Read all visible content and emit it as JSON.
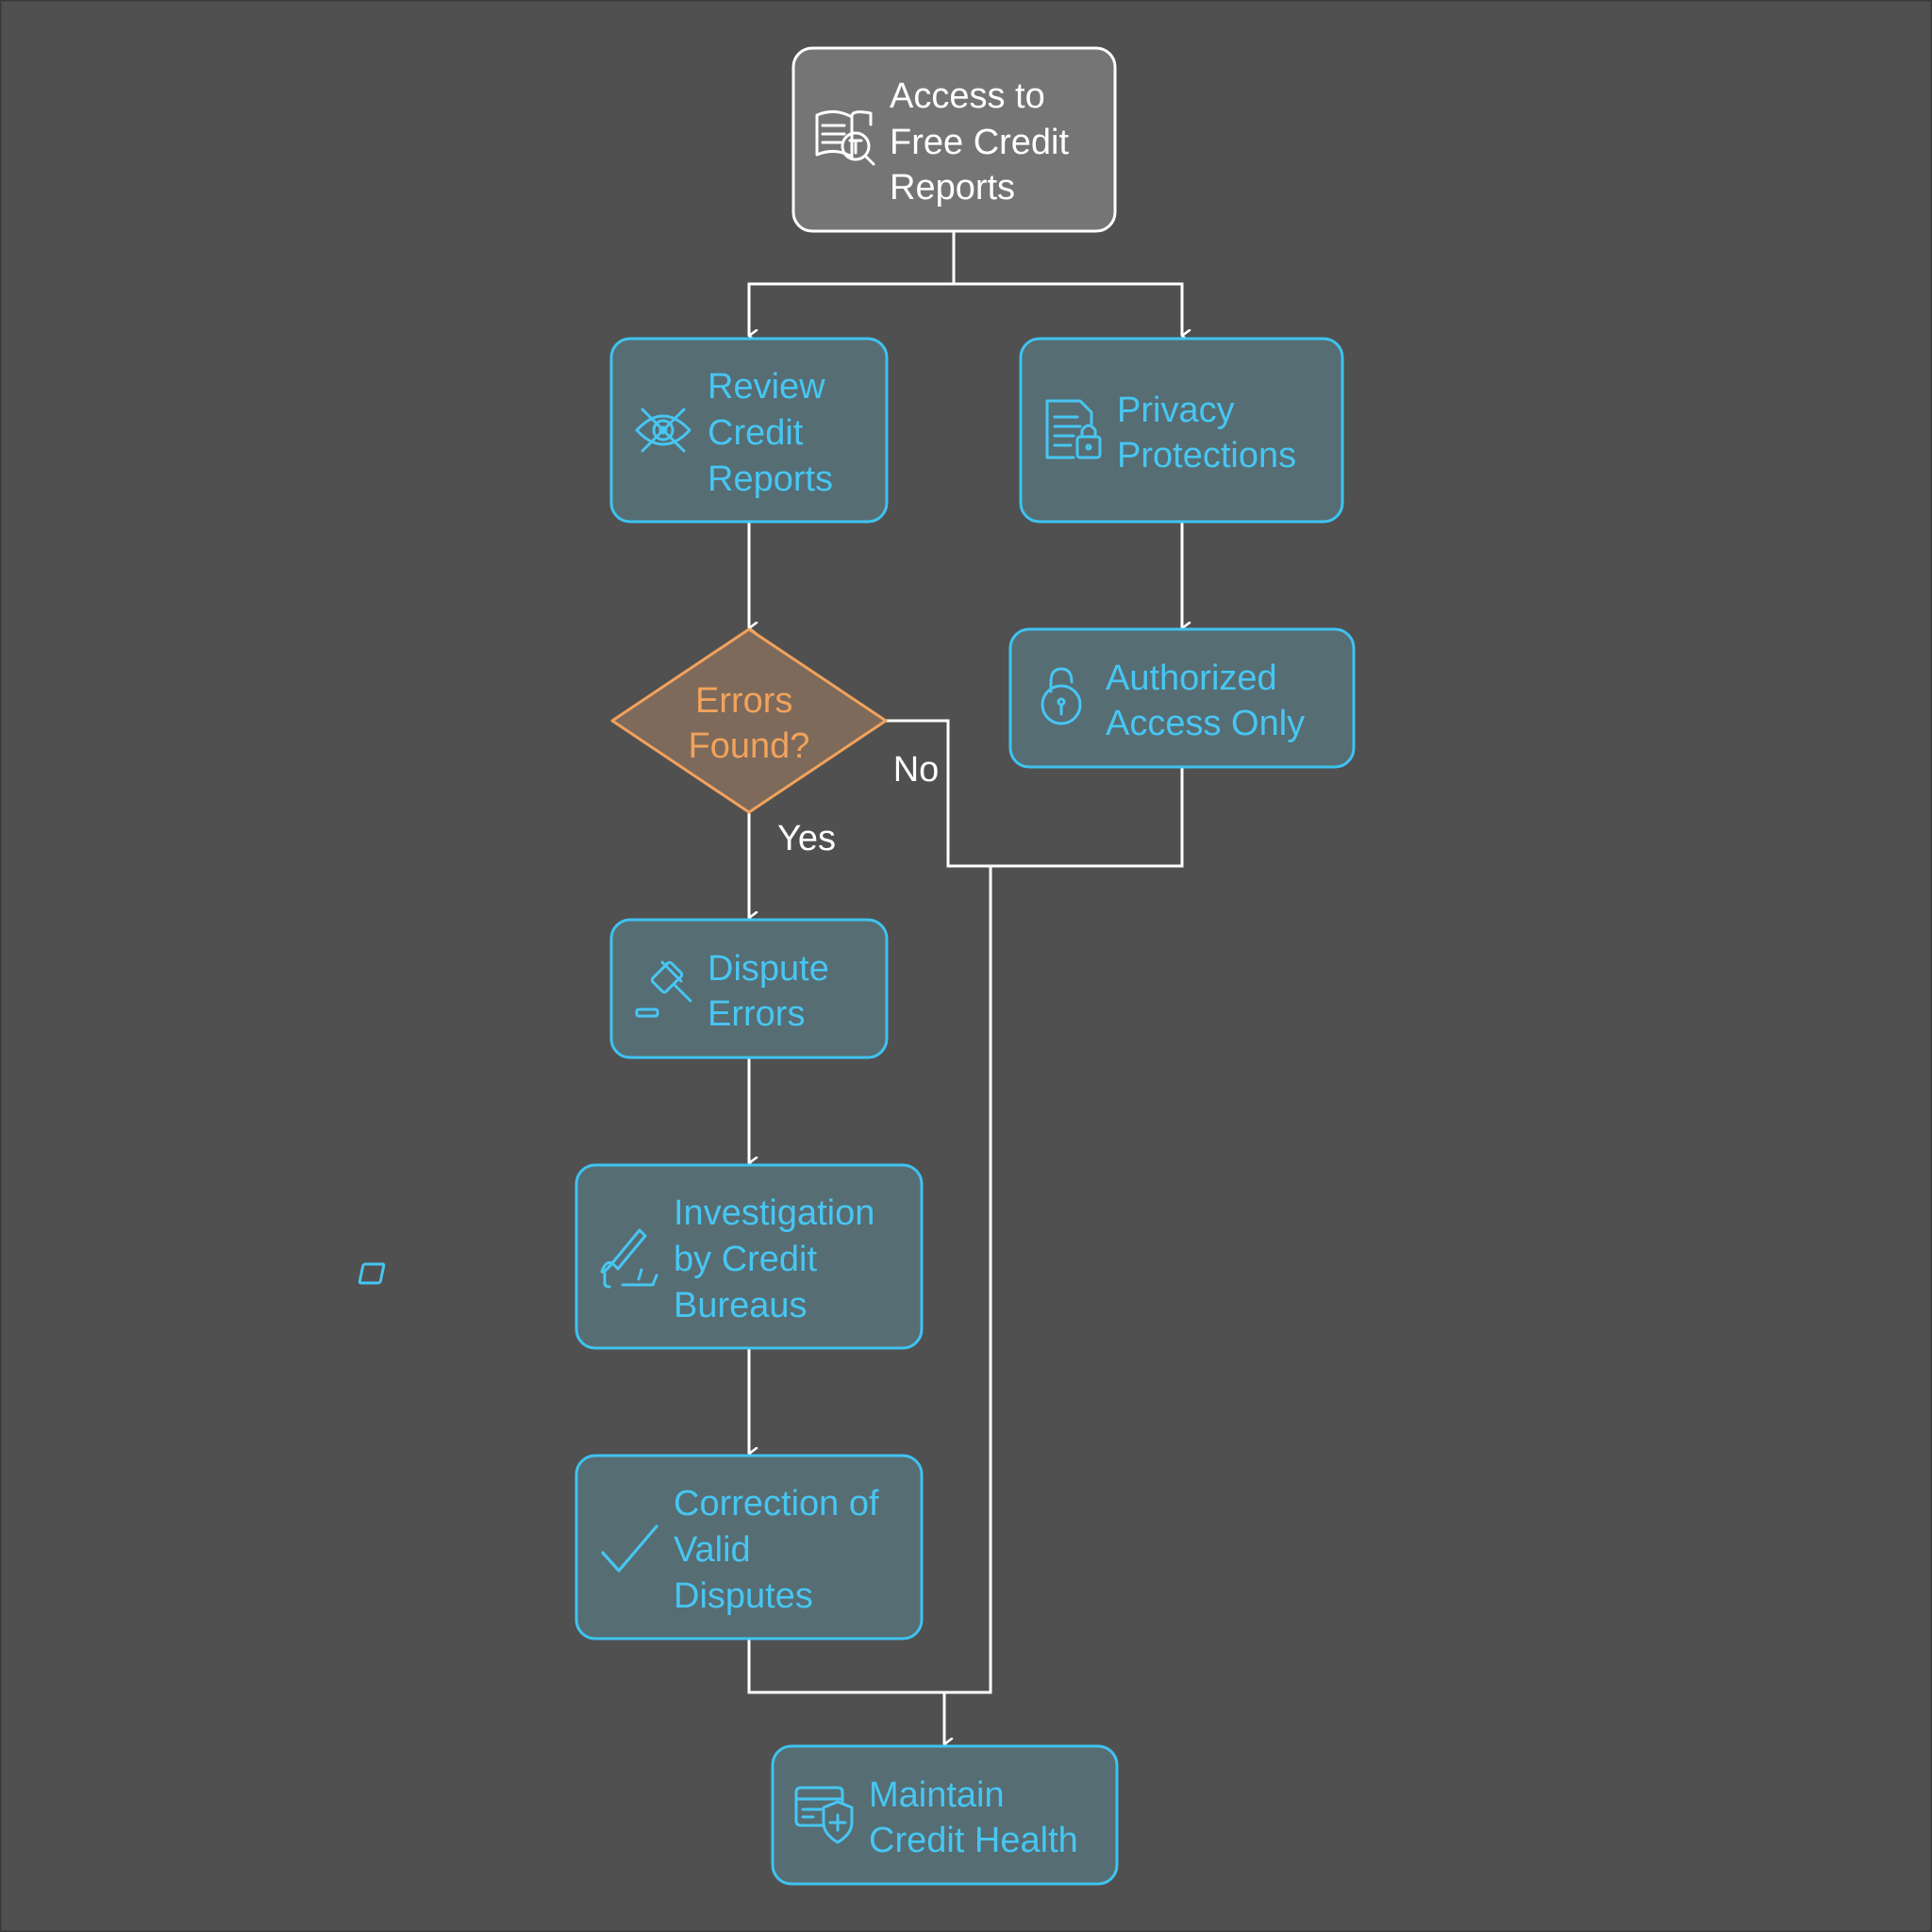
{
  "colors": {
    "background": "#505050",
    "start_fill": "#757575",
    "start_stroke": "#ffffff",
    "start_text": "#ffffff",
    "process_fill": "#566d74",
    "process_stroke": "#3ec3f0",
    "process_text": "#47c6f2",
    "decision_fill": "#7d6a5b",
    "decision_stroke": "#f2a25b",
    "decision_text": "#f2a25b",
    "connector": "#ffffff"
  },
  "nodes": {
    "access": {
      "lines": [
        "Access to",
        "Free Credit",
        "Reports"
      ],
      "icon": "book-search-icon"
    },
    "review": {
      "lines": [
        "Review",
        "Credit",
        "Reports"
      ],
      "icon": "eye-icon"
    },
    "privacy": {
      "lines": [
        "Privacy",
        "Protections"
      ],
      "icon": "document-lock-icon"
    },
    "errors": {
      "lines": [
        "Errors",
        "Found?"
      ]
    },
    "authorized": {
      "lines": [
        "Authorized",
        "Access Only"
      ],
      "icon": "padlock-icon"
    },
    "dispute": {
      "lines": [
        "Dispute",
        "Errors"
      ],
      "icon": "gavel-icon"
    },
    "investigation": {
      "lines": [
        "Investigation",
        "by Credit",
        "Bureaus"
      ],
      "icon": "scalpel-icon"
    },
    "correction": {
      "lines": [
        "Correction of",
        "Valid",
        "Disputes"
      ],
      "icon": "checkmark-icon"
    },
    "maintain": {
      "lines": [
        "Maintain",
        "Credit Health"
      ],
      "icon": "card-shield-icon"
    }
  },
  "edge_labels": {
    "yes": "Yes",
    "no": "No"
  }
}
